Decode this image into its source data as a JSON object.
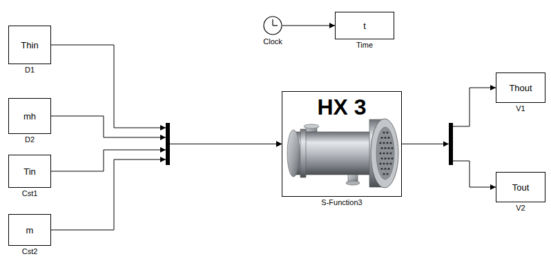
{
  "diagram": {
    "nodes": [
      {
        "text": [
          "Thin",
          "D1"
        ]
      },
      {
        "text": [
          "mh",
          "D2"
        ]
      },
      {
        "text": [
          "Tin",
          "Cst1"
        ]
      },
      {
        "text": [
          "m",
          "Cst2"
        ]
      },
      {
        "text": [
          "Clock"
        ]
      },
      {
        "text": [
          "t",
          "Time"
        ]
      },
      {
        "text": [
          "HX 3",
          "S-Function3"
        ]
      },
      {
        "text": [
          "Thout",
          "V1"
        ]
      },
      {
        "text": [
          "Tout",
          "V2"
        ]
      }
    ],
    "edges": [
      {
        "from": 0,
        "to": 6,
        "arrow": "to"
      },
      {
        "from": 1,
        "to": 6,
        "arrow": "to"
      },
      {
        "from": 2,
        "to": 6,
        "arrow": "to"
      },
      {
        "from": 3,
        "to": 6,
        "arrow": "to"
      },
      {
        "from": 6,
        "to": 7,
        "arrow": "to"
      },
      {
        "from": 6,
        "to": 8,
        "arrow": "to"
      },
      {
        "from": 4,
        "to": 5,
        "arrow": "to"
      }
    ]
  }
}
